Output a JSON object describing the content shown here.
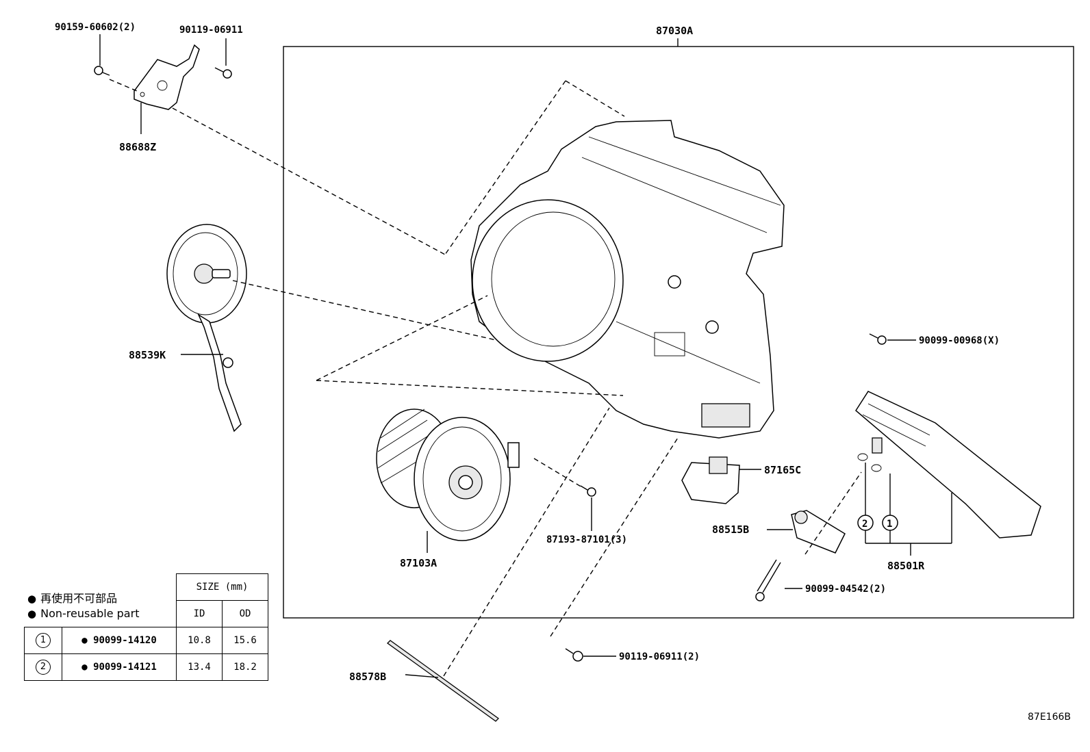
{
  "callouts": {
    "assembly": "87030A",
    "screw_bracket": "90159-60602(2)",
    "screw_top": "90119-06911",
    "bracket": "88688Z",
    "motor_unit": "88539K",
    "blower": "87103A",
    "screw_blower": "87193-87101(3)",
    "gasket": "88578B",
    "screw_bottom": "90119-06911(2)",
    "screw_right": "90099-00968(X)",
    "actuator": "87165C",
    "valve": "88515B",
    "bolt": "90099-04542(2)",
    "evaporator": "88501R",
    "ring2": "2",
    "ring1": "1"
  },
  "legend": {
    "note_jp": "再使用不可部品",
    "note_en": "Non-reusable part",
    "size_header": "SIZE (mm)",
    "col_id": "ID",
    "col_od": "OD",
    "rows": [
      {
        "num": "1",
        "part": "90099-14120",
        "id": "10.8",
        "od": "15.6"
      },
      {
        "num": "2",
        "part": "90099-14121",
        "id": "13.4",
        "od": "18.2"
      }
    ]
  },
  "diagram_ref": "87E166B"
}
